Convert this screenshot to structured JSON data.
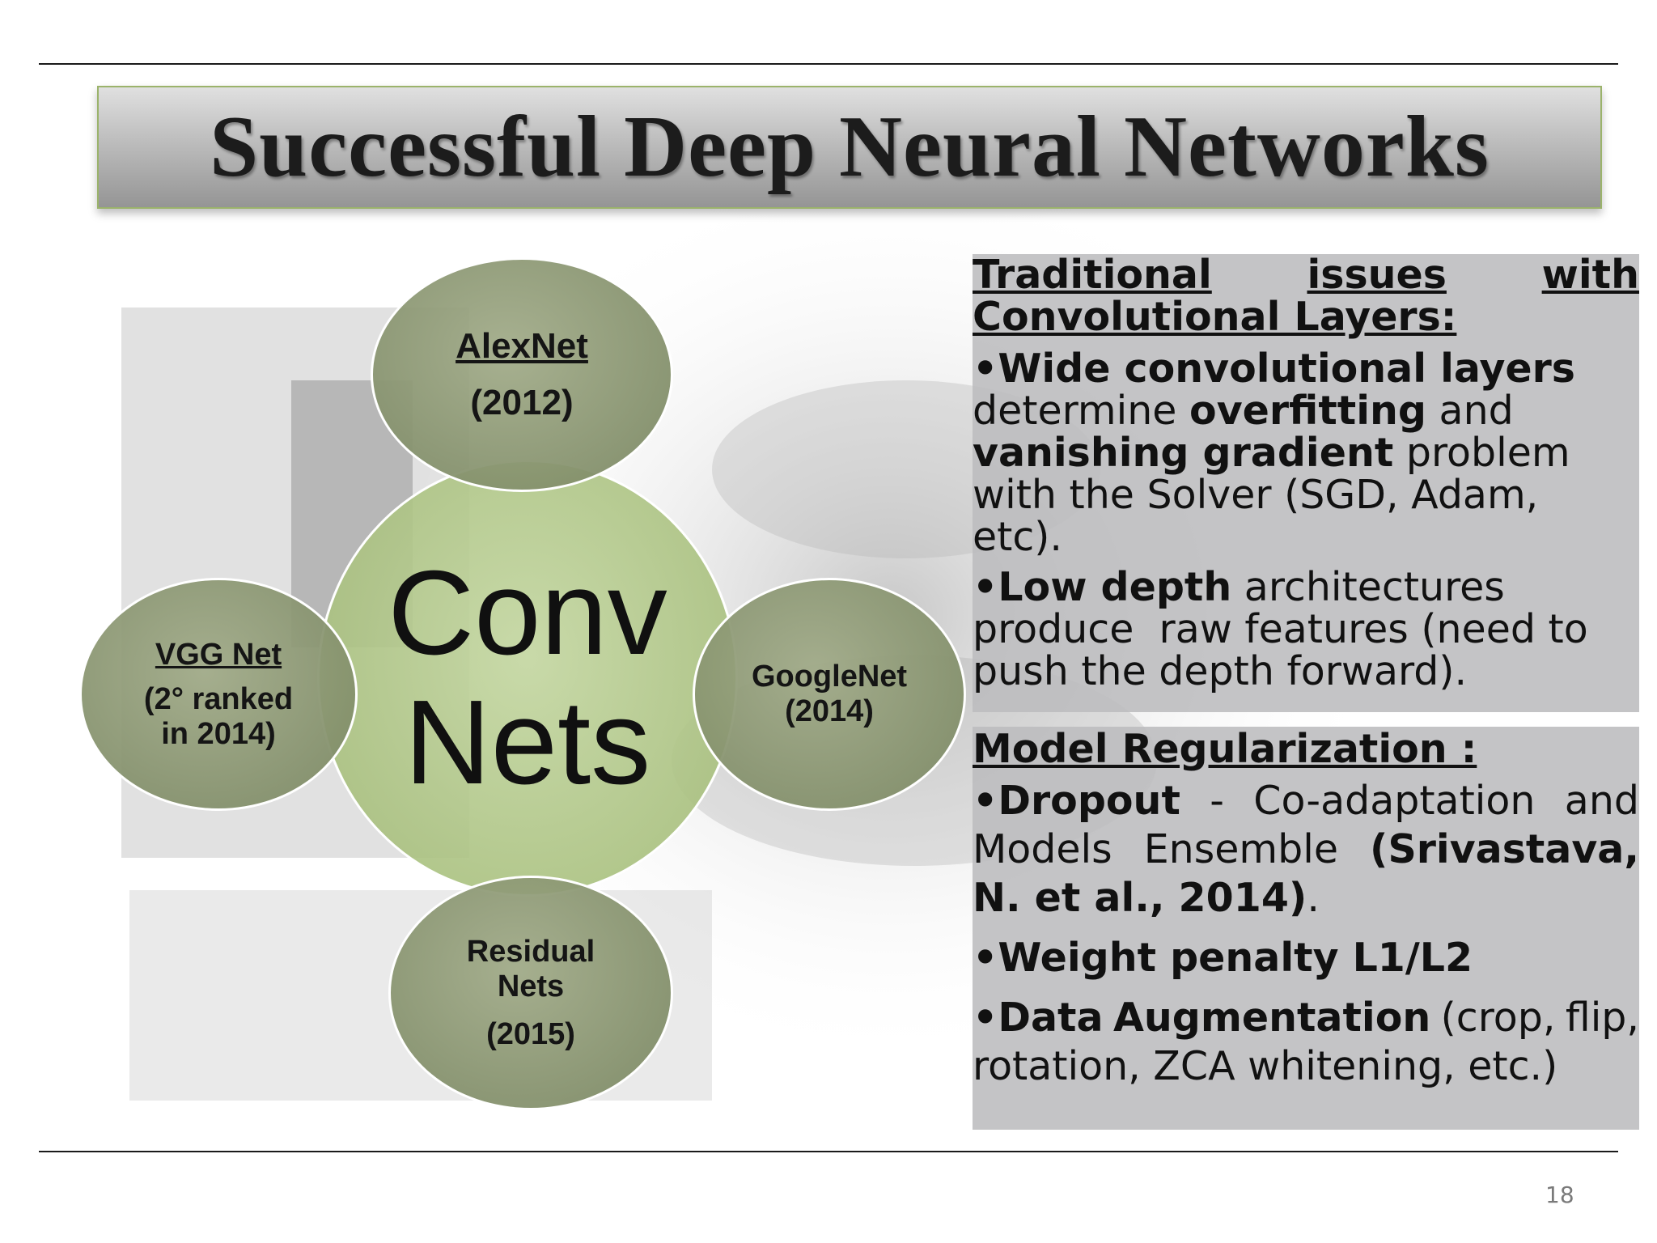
{
  "title": "Successful Deep Neural Networks",
  "diagram": {
    "center": [
      "Conv",
      "Nets"
    ],
    "nodes": [
      {
        "name": "AlexNet",
        "year": "(2012)"
      },
      {
        "name": "VGG Net",
        "year_lines": [
          "(2° ranked",
          "in 2014)"
        ]
      },
      {
        "name": "GoogleNet",
        "year": "(2014)"
      },
      {
        "name_lines": [
          "Residual",
          "Nets"
        ],
        "year": "(2015)"
      }
    ]
  },
  "panel1": {
    "heading_words": [
      "Traditional",
      "issues",
      "with"
    ],
    "heading_line2": "Convolutional Layers:",
    "bullet1": {
      "bold": "•Wide convolutional layers",
      "l2_text": "determine ",
      "l2_bold": "overfitting",
      "l2_tail": " and",
      "l3_bold": "vanishing gradient",
      "l3_tail": " problem",
      "l4": "with the Solver (SGD, Adam,",
      "l5": "etc)."
    },
    "bullet2": {
      "bold": "•Low depth",
      "tail": " architectures",
      "l2": "produce  raw features (need to",
      "l3": "push the depth forward)."
    }
  },
  "panel2": {
    "heading": "Model Regularization :",
    "dropout": {
      "bold": "•Dropout",
      "words": [
        "-",
        "Co-adaptation",
        "and"
      ],
      "l2_words": [
        "Models",
        "Ensemble"
      ],
      "l2_bold": "(Srivastava,",
      "l3_bold": "N. et al., 2014)",
      "l3_tail": "."
    },
    "weight": "•Weight penalty L1/L2",
    "aug": {
      "bold_words": [
        "•Data",
        "Augmentation"
      ],
      "words": [
        "(crop,",
        "flip,"
      ],
      "l2": "rotation, ZCA whitening, etc.)"
    }
  },
  "page_number": "18",
  "colors": {
    "node_fill": "#7a875f",
    "center_fill": "#b7cc92",
    "panel_fill": "#bcbcbe",
    "title_border": "#9bb36b"
  }
}
